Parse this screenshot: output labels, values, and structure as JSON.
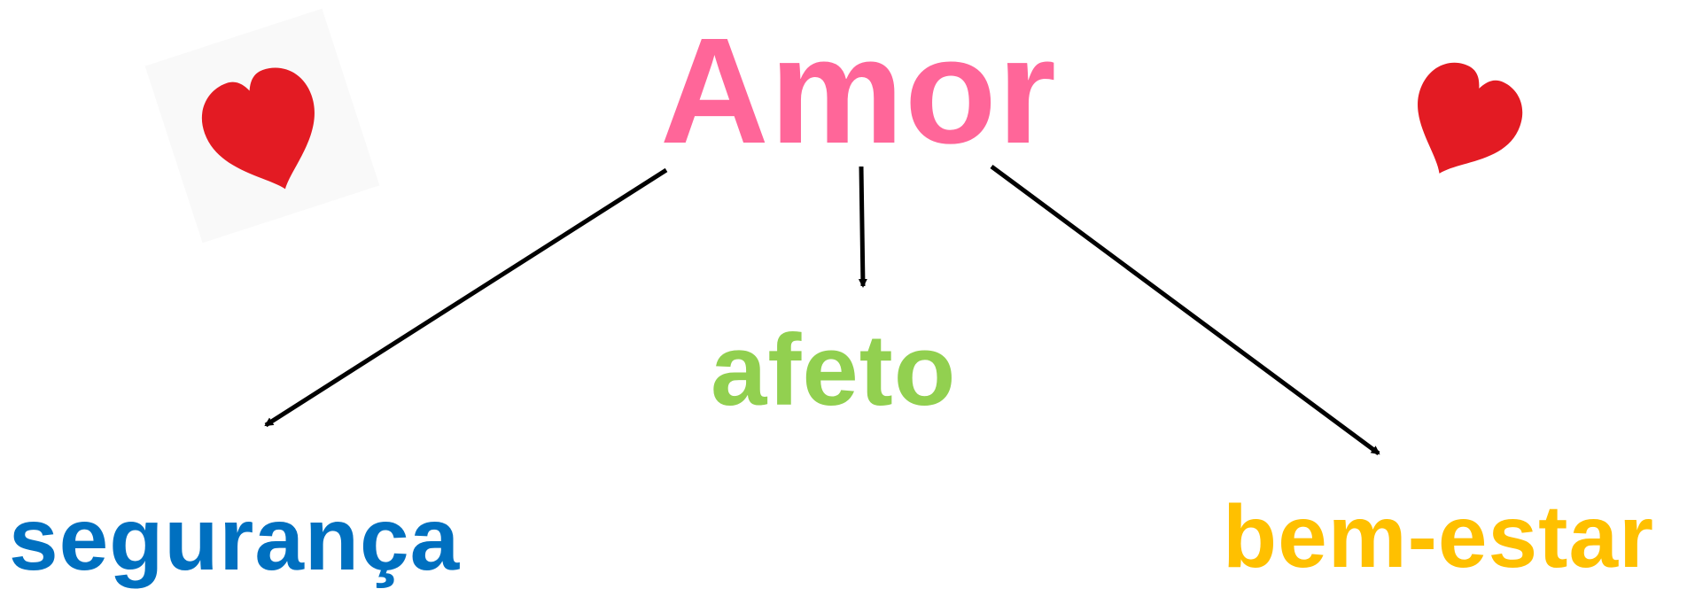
{
  "diagram": {
    "root": {
      "label": "Amor",
      "color": "#ff6699"
    },
    "children": [
      {
        "id": "left",
        "label": "segurança",
        "color": "#0070c0"
      },
      {
        "id": "center",
        "label": "afeto",
        "color": "#92d050"
      },
      {
        "id": "right",
        "label": "bem-estar",
        "color": "#ffc000"
      }
    ],
    "arrow_color": "#000000",
    "decorations": [
      {
        "icon": "heart-icon",
        "color": "#e31b23"
      },
      {
        "icon": "heart-icon",
        "color": "#e31b23"
      }
    ]
  }
}
